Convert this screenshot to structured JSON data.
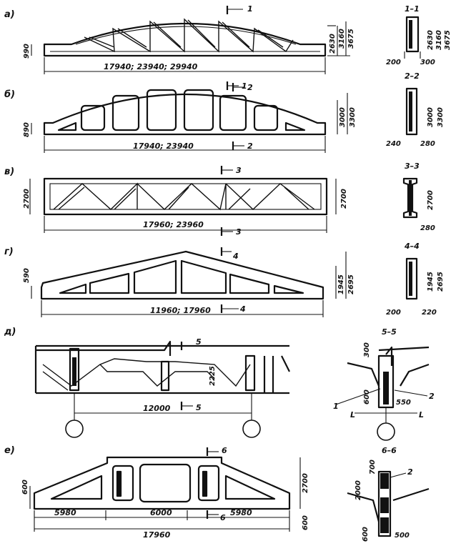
{
  "panels": [
    {
      "letter": "а)",
      "span": "17940; 23940; 29940",
      "heights": [
        "2630",
        "3160",
        "3675"
      ],
      "end_height": "990",
      "cut": "1",
      "section": {
        "title": "1–1",
        "heights": [
          "2630",
          "3160",
          "3675"
        ],
        "widths": [
          "200",
          "300"
        ]
      }
    },
    {
      "letter": "б)",
      "span": "17940; 23940",
      "heights": [
        "3000",
        "3300"
      ],
      "end_height": "890",
      "cut": "2",
      "section": {
        "title": "2–2",
        "heights": [
          "3000",
          "3300"
        ],
        "widths": [
          "240",
          "280"
        ]
      }
    },
    {
      "letter": "в)",
      "span": "17960; 23960",
      "heights": [
        "2700"
      ],
      "end_height": "2700",
      "cut": "3",
      "section": {
        "title": "3–3",
        "heights": [
          "2700"
        ],
        "widths": [
          "280"
        ]
      }
    },
    {
      "letter": "г)",
      "span": "11960; 17960",
      "heights": [
        "1945",
        "2695"
      ],
      "end_height": "590",
      "cut": "4",
      "section": {
        "title": "4–4",
        "heights": [
          "1945",
          "2695"
        ],
        "widths": [
          "200",
          "220"
        ]
      }
    },
    {
      "letter": "д)",
      "span": "12000",
      "heights": [
        "2225"
      ],
      "cut": "5",
      "section": {
        "title": "5–5",
        "dims": [
          "300",
          "600",
          "550"
        ],
        "callouts": [
          "1",
          "2"
        ],
        "axis": [
          "L",
          "L"
        ]
      }
    },
    {
      "letter": "е)",
      "span": "17960",
      "parts": [
        "5980",
        "6000",
        "5980"
      ],
      "heights": [
        "2700"
      ],
      "end_height": "600",
      "base": "600",
      "cut": "6",
      "section": {
        "title": "6–6",
        "dims": [
          "700",
          "2000",
          "600",
          "500"
        ],
        "callouts": [
          "2"
        ]
      }
    }
  ]
}
